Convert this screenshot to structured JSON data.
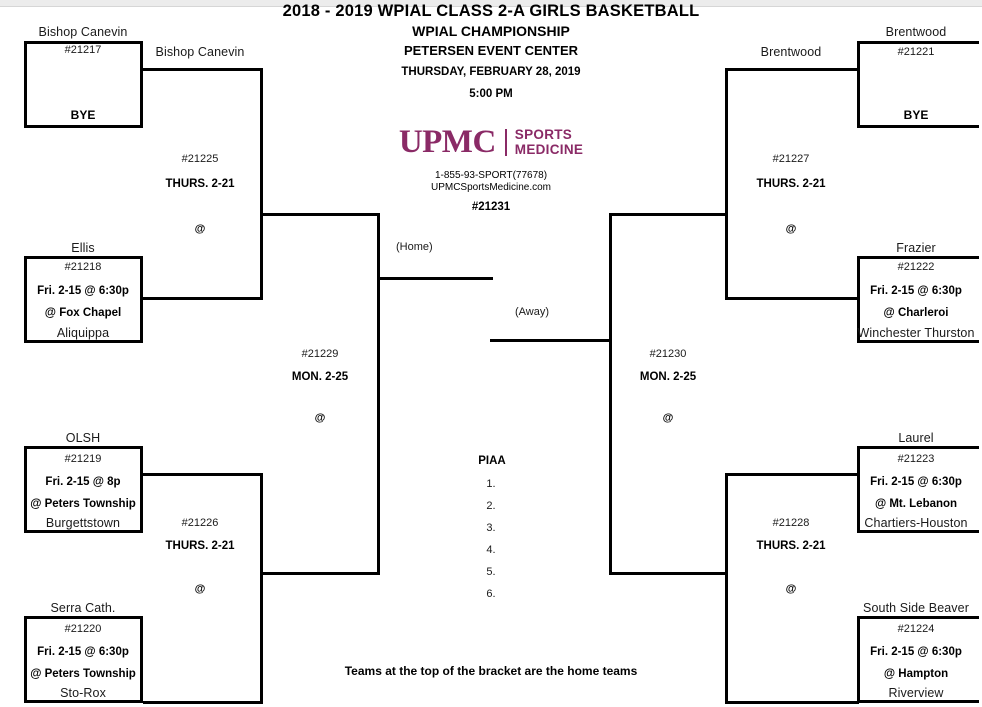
{
  "header": {
    "title": "2018 - 2019 WPIAL CLASS 2-A GIRLS BASKETBALL",
    "subtitle": "WPIAL CHAMPIONSHIP",
    "venue": "PETERSEN EVENT CENTER",
    "date": "THURSDAY, FEBRUARY 28, 2019",
    "time": "5:00 PM",
    "final_game_number": "#21231"
  },
  "sponsor": {
    "name": "UPMC",
    "line1": "SPORTS",
    "line2": "MEDICINE",
    "phone": "1-855-93-SPORT(77678)",
    "website": "UPMCSportsMedicine.com",
    "color": "#8a2a66"
  },
  "final": {
    "home_label": "(Home)",
    "away_label": "(Away)"
  },
  "piaa": {
    "title": "PIAA",
    "items": [
      "1.",
      "2.",
      "3.",
      "4.",
      "5.",
      "6."
    ]
  },
  "footer": {
    "note": "Teams at the top of the bracket are the home teams"
  },
  "bracket": {
    "left": {
      "round1": [
        {
          "top_team": "Bishop Canevin",
          "game_number": "#21217",
          "date": "",
          "site": "",
          "bottom_team": "",
          "bye": "BYE"
        },
        {
          "top_team": "Ellis",
          "game_number": "#21218",
          "date": "Fri. 2-15 @ 6:30p",
          "site": "@ Fox Chapel",
          "bottom_team": "Aliquippa",
          "bye": ""
        },
        {
          "top_team": "OLSH",
          "game_number": "#21219",
          "date": "Fri. 2-15 @ 8p",
          "site": "@ Peters Township",
          "bottom_team": "Burgettstown",
          "bye": ""
        },
        {
          "top_team": "Serra Cath.",
          "game_number": "#21220",
          "date": "Fri. 2-15 @ 6:30p",
          "site": "@ Peters Township",
          "bottom_team": "Sto-Rox",
          "bye": ""
        }
      ],
      "round2": [
        {
          "winner": "Bishop Canevin",
          "game_number": "#21225",
          "date": "THURS. 2-21",
          "at": "@"
        },
        {
          "winner": "",
          "game_number": "#21226",
          "date": "THURS. 2-21",
          "at": "@"
        }
      ],
      "semifinal": {
        "winner": "",
        "game_number": "#21229",
        "date": "MON. 2-25",
        "at": "@"
      }
    },
    "right": {
      "round1": [
        {
          "top_team": "Brentwood",
          "game_number": "#21221",
          "date": "",
          "site": "",
          "bottom_team": "",
          "bye": "BYE"
        },
        {
          "top_team": "Frazier",
          "game_number": "#21222",
          "date": "Fri.  2-15 @ 6:30p",
          "site": "@ Charleroi",
          "bottom_team": "Winchester Thurston",
          "bye": ""
        },
        {
          "top_team": "Laurel",
          "game_number": "#21223",
          "date": "Fri.  2-15 @ 6:30p",
          "site": "@ Mt. Lebanon",
          "bottom_team": "Chartiers-Houston",
          "bye": ""
        },
        {
          "top_team": "South Side Beaver",
          "game_number": "#21224",
          "date": "Fri. 2-15 @ 6:30p",
          "site": "@ Hampton",
          "bottom_team": "Riverview",
          "bye": ""
        }
      ],
      "round2": [
        {
          "winner": "Brentwood",
          "game_number": "#21227",
          "date": "THURS. 2-21",
          "at": "@"
        },
        {
          "winner": "",
          "game_number": "#21228",
          "date": "THURS. 2-21",
          "at": "@"
        }
      ],
      "semifinal": {
        "winner": "",
        "game_number": "#21230",
        "date": "MON. 2-25",
        "at": "@"
      }
    }
  }
}
